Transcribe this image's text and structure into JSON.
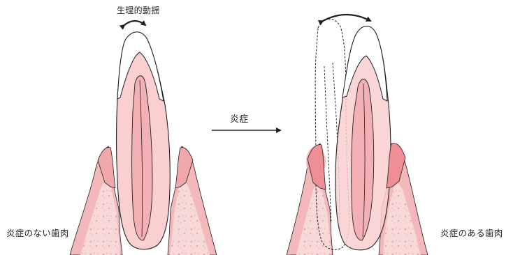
{
  "labels": {
    "physiological_mobility": "生理的動揺",
    "inflammation": "炎症",
    "healthy_gingiva": "炎症のない歯肉",
    "inflamed_gingiva": "炎症のある歯肉"
  },
  "colors": {
    "bone": "#f7d9d7",
    "gum": "#f3b8b9",
    "gum_inflamed": "#ee8f96",
    "tooth_root": "#f9cfd0",
    "pulp": "#f4b1b5",
    "enamel": "#ffffff",
    "outline": "#231f20"
  },
  "icons": {
    "mobility_arrow": "curved-double-arrow-icon",
    "process_arrow": "right-arrow-icon"
  }
}
